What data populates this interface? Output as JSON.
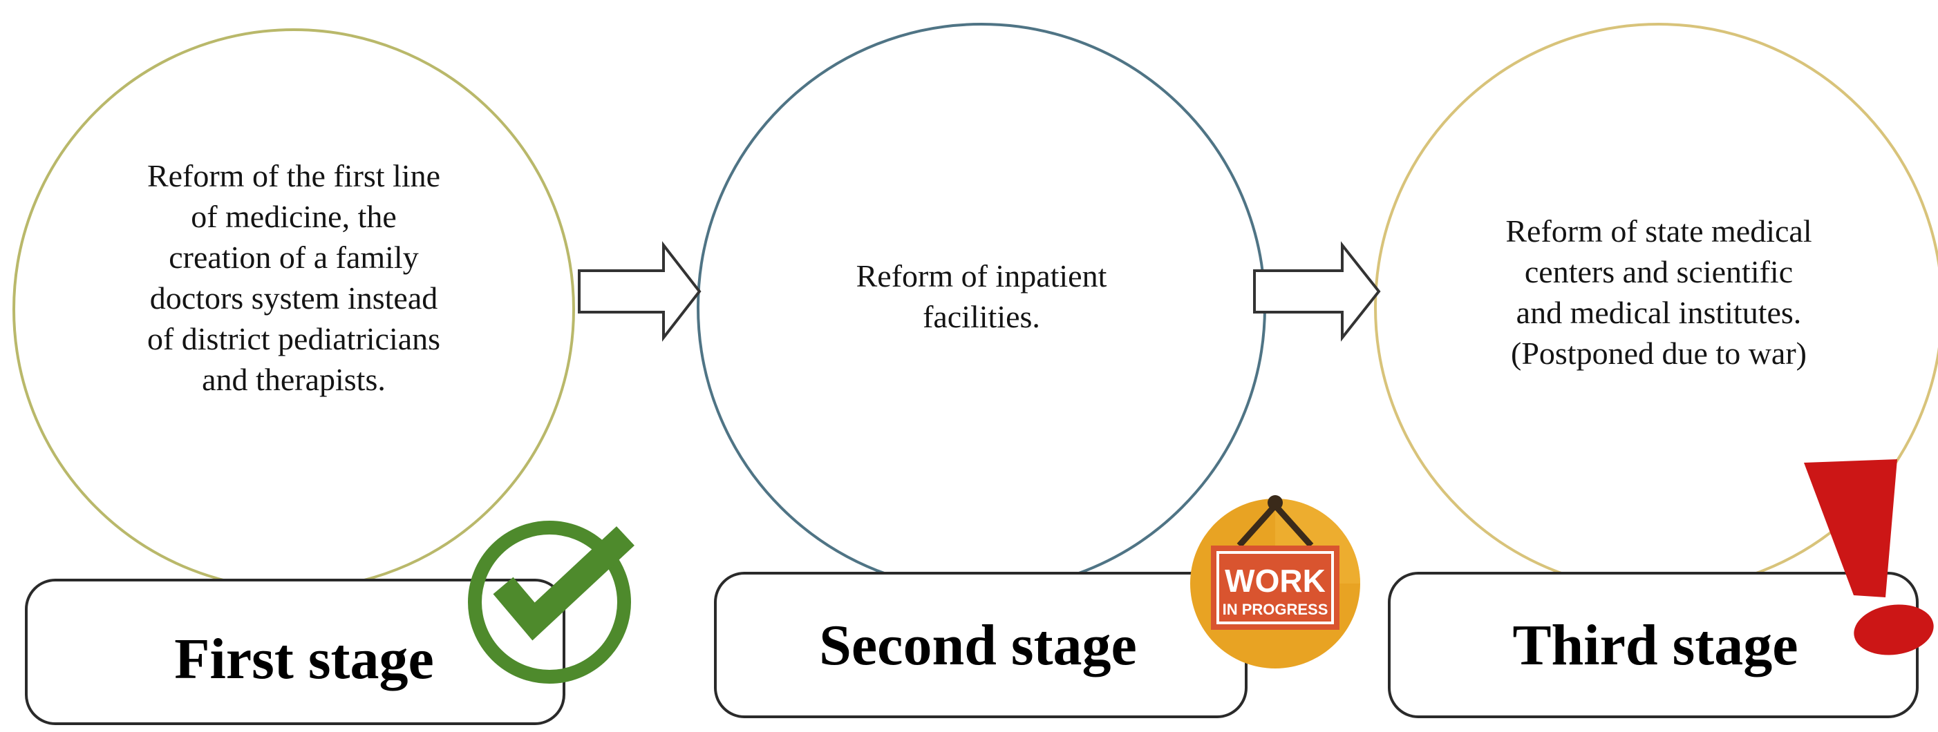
{
  "stages": [
    {
      "label": "First stage",
      "description_lines": [
        "Reform of the first line",
        "of medicine, the",
        "creation of a family",
        "doctors system instead",
        "of district pediatricians",
        "and therapists."
      ],
      "status_icon": "checkmark-icon"
    },
    {
      "label": "Second stage",
      "description_lines": [
        "Reform of inpatient",
        "facilities."
      ],
      "status_icon": "work-in-progress-sign-icon",
      "badge_lines": [
        "WORK",
        "IN PROGRESS"
      ]
    },
    {
      "label": "Third stage",
      "description_lines": [
        "Reform of state medical",
        "centers and scientific",
        "and medical institutes.",
        "(Postponed due to war)"
      ],
      "status_icon": "exclamation-mark-icon"
    }
  ],
  "colors": {
    "circle_1_border": "#b9b86a",
    "circle_2_border": "#4f7485",
    "circle_3_border": "#d8c37a",
    "check_green": "#4e8a2c",
    "wip_orange": "#e8a323",
    "wip_sign_red": "#d9542f",
    "exclamation_red": "#cc1616"
  }
}
